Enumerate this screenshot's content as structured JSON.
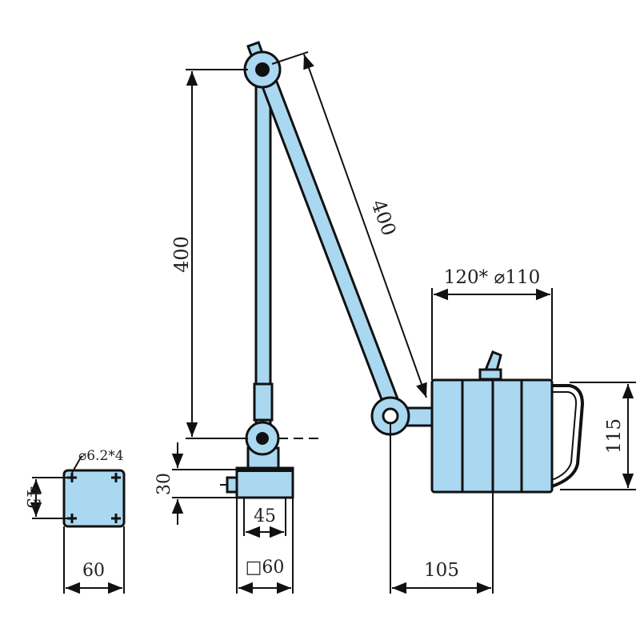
{
  "drawing": {
    "part_color": "#a9d8f0",
    "dimensions": {
      "vertical_arm": "400",
      "diagonal_arm": "400",
      "lamp_diameter": "120* ⌀110",
      "lamp_height": "115",
      "lamp_offset": "105",
      "base_height": "30",
      "base_inner": "45",
      "base_square": "□60",
      "plate_width": "60",
      "plate_hole_spacing": "45",
      "plate_holes": "⌀6.2*4"
    }
  }
}
